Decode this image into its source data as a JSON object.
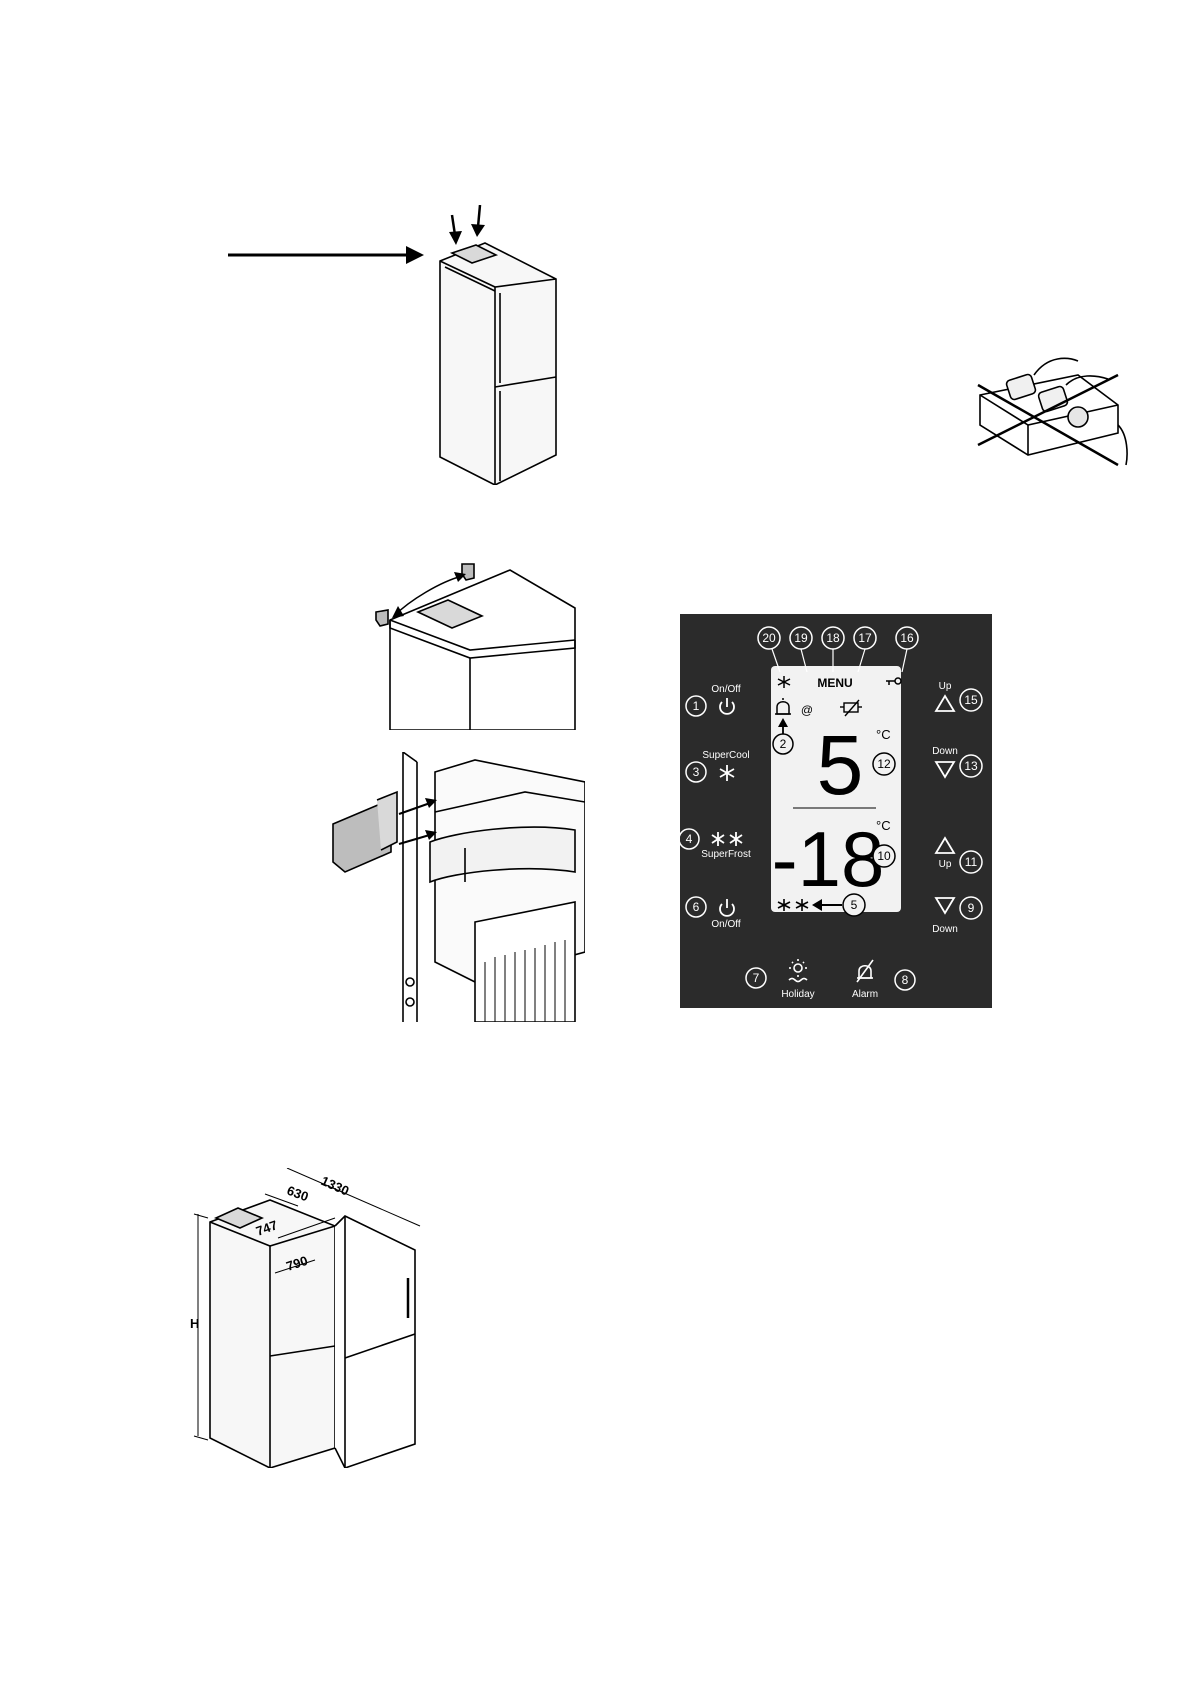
{
  "colors": {
    "panel_bg": "#2b2b2b",
    "lcd_bg": "#f2f2f2",
    "fridge_fill": "#f7f7f7",
    "stroke": "#000000",
    "clip_fill": "#d9d9d9"
  },
  "icons": {
    "power": "power-icon",
    "supercool": "snowflake-icon",
    "superfrost": "double-snowflake-icon",
    "holiday": "sun-over-waves-icon",
    "alarm_off": "bell-crossed-icon",
    "up": "triangle-up-icon",
    "down": "triangle-down-icon",
    "bell": "bell-icon",
    "at": "at-symbol-icon",
    "key": "key-icon",
    "filter": "filter-crossed-icon"
  },
  "control_panel": {
    "menu_label": "MENU",
    "at_symbol": "@",
    "fridge_temp": "5",
    "freezer_temp": "-18",
    "unit": "°C",
    "labels": {
      "onoff_top": "On/Off",
      "onoff_bottom": "On/Off",
      "supercool": "SuperCool",
      "superfrost": "SuperFrost",
      "up_top": "Up",
      "down_top": "Down",
      "up_bottom": "Up",
      "down_bottom": "Down",
      "holiday": "Holiday",
      "alarm": "Alarm"
    },
    "callouts": {
      "n1": "1",
      "n2": "2",
      "n3": "3",
      "n4": "4",
      "n5": "5",
      "n6": "6",
      "n7": "7",
      "n8": "8",
      "n9": "9",
      "n10": "10",
      "n11": "11",
      "n12": "12",
      "n13": "13",
      "n15": "15",
      "n16": "16",
      "n17": "17",
      "n18": "18",
      "n19": "19",
      "n20": "20"
    }
  },
  "dimensions": {
    "d630": "630",
    "d1330": "1330",
    "d747": "747",
    "d790": "790",
    "height": "H"
  }
}
